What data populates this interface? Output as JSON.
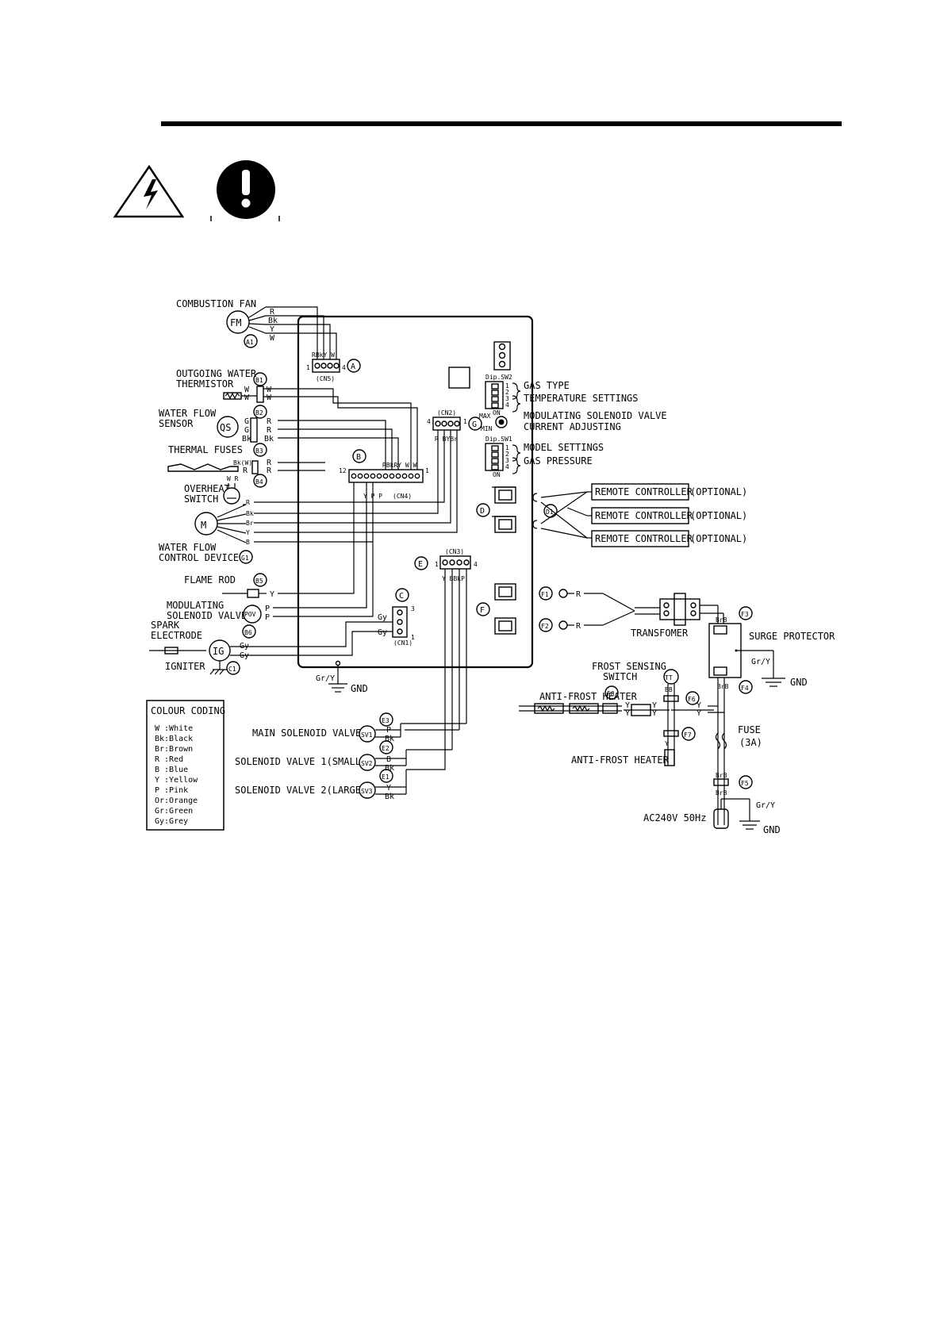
{
  "header": {
    "rule_color": "#000000"
  },
  "components": {
    "combustion_fan": "COMBUSTION FAN",
    "fm": "FM",
    "outgoing_water_thermistor_1": "OUTGOING WATER",
    "outgoing_water_thermistor_2": "THERMISTOR",
    "water_flow_sensor_1": "WATER FLOW",
    "water_flow_sensor_2": "SENSOR",
    "qs": "QS",
    "thermal_fuses": "THERMAL FUSES",
    "overheat_switch_1": "OVERHEAT",
    "overheat_switch_2": "SWITCH",
    "water_flow_control_1": "WATER FLOW",
    "water_flow_control_2": "CONTROL DEVICE",
    "m": "M",
    "flame_rod": "FLAME ROD",
    "modulating_valve_1": "MODULATING",
    "modulating_valve_2": "SOLENOID VALVE",
    "pov": "POV",
    "spark_electrode_1": "SPARK",
    "spark_electrode_2": "ELECTRODE",
    "igniter": "IGNITER",
    "ig": "IG",
    "gas_type": "GAS TYPE",
    "temperature_settings": "TEMPERATURE SETTINGS",
    "modulating_current_1": "MODULATING SOLENOID VALVE",
    "modulating_current_2": "CURRENT ADJUSTING",
    "model_settings": "MODEL SETTINGS",
    "gas_pressure": "GAS PRESSURE",
    "remote_controller": "REMOTE CONTROLLER",
    "optional": "(OPTIONAL)",
    "transformer": "TRANSFOMER",
    "surge_protector": "SURGE PROTECTOR",
    "frost_sensing_1": "FROST SENSING",
    "frost_sensing_2": "SWITCH",
    "anti_frost_heater": "ANTI-FROST HEATER",
    "fuse": "FUSE",
    "fuse_rating": "(3A)",
    "main_solenoid_valve": "MAIN SOLENOID VALVE",
    "solenoid_valve_1": "SOLENOID VALVE 1(SMALL)",
    "solenoid_valve_2": "SOLENOID VALVE 2(LARGE)",
    "sv1": "SV1",
    "sv2": "SV2",
    "sv3": "SV3",
    "tt": "TT",
    "ac_supply": "AC240V 50Hz",
    "gnd": "GND",
    "gr_y": "Gr/Y"
  },
  "connectors": {
    "cn5": "(CN5)",
    "cn4": "(CN4)",
    "cn2": "(CN2)",
    "cn3": "(CN3)",
    "cn1": "(CN1)",
    "dip_sw2": "Dip.SW2",
    "dip_sw1": "Dip.SW1",
    "max": "MAX",
    "min": "MIN",
    "on": "ON"
  },
  "markers": {
    "A": "A",
    "A1": "A1",
    "B": "B",
    "B1": "B1",
    "B2": "B2",
    "B3": "B3",
    "B4": "B4",
    "B5": "B5",
    "B6": "B6",
    "C": "C",
    "C1": "C1",
    "D": "D",
    "D1": "D1",
    "E": "E",
    "E1": "E1",
    "E2": "E2",
    "E3": "E3",
    "F": "F",
    "F1": "F1",
    "F2": "F2",
    "F3": "F3",
    "F4": "F4",
    "F5": "F5",
    "F6": "F6",
    "F7": "F7",
    "F8": "F8",
    "G": "G",
    "G1": "G1"
  },
  "wire_labels": {
    "cn5_pins": "RBkY W",
    "cn4_pins": "RBkRY   W W",
    "cn2_pins": "R BYBr",
    "cn3_pins": "Y BBkP",
    "cn4_bottom": "Y  P P",
    "one": "1",
    "three": "3",
    "four": "4",
    "twelve": "12",
    "R": "R",
    "Bk": "Bk",
    "Y": "Y",
    "W": "W",
    "P": "P",
    "B": "B",
    "Gy": "Gy",
    "Br": "Br",
    "G": "G",
    "BrB": "BrB",
    "BB": "BB",
    "W_R": "W R",
    "Bk_W": "Bk(W)"
  },
  "colour_coding": {
    "title": "COLOUR CODING",
    "items": [
      "W :White",
      "Bk:Black",
      "Br:Brown",
      "R :Red",
      "B :Blue",
      "Y :Yellow",
      "P :Pink",
      "Or:Orange",
      "Gr:Green",
      "Gy:Grey"
    ]
  },
  "icons": [
    "electric-hazard-icon",
    "mandatory-action-icon"
  ]
}
